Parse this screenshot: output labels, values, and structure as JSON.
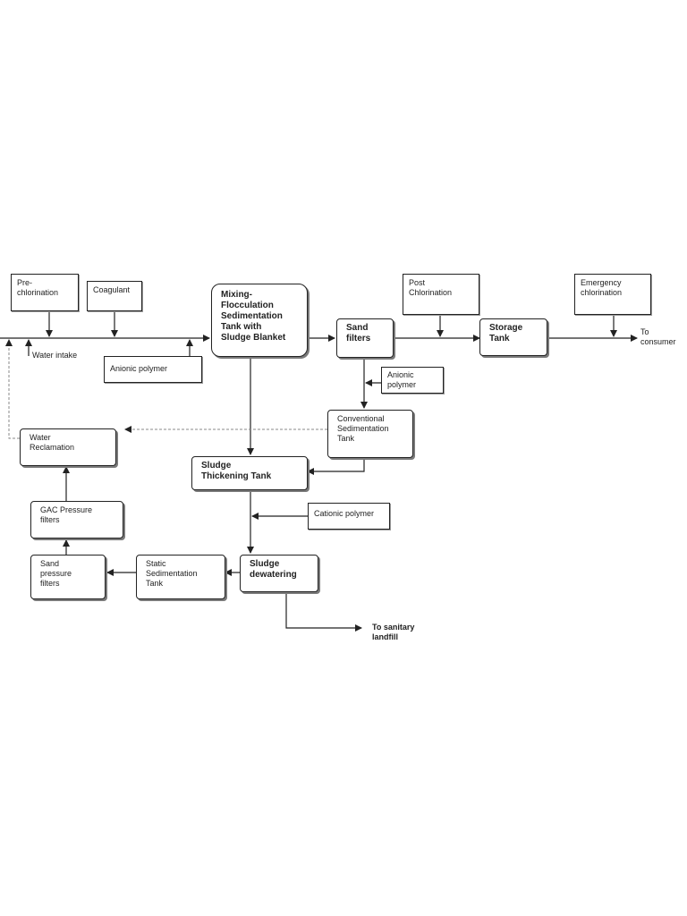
{
  "nodes": {
    "pre_chlorination": "Pre-\nchlorination",
    "coagulant": "Coagulant",
    "mixing_tank": "Mixing-\nFlocculation\nSedimentation\nTank with\nSludge Blanket",
    "sand_filters": "Sand\nfilters",
    "post_chlorination": "Post\nChlorination",
    "storage_tank": "Storage\nTank",
    "emergency_chlorination": "Emergency\nchlorination",
    "anionic_polymer_1": "Anionic polymer",
    "anionic_polymer_2": "Anionic\npolymer",
    "conventional_sedimentation": "Conventional\nSedimentation\nTank",
    "water_reclamation": "Water\nReclamation",
    "sludge_thickening": "Sludge\nThickening Tank",
    "cationic_polymer": "Cationic polymer",
    "gac_pressure_filters": "GAC Pressure\nfilters",
    "sand_pressure_filters": "Sand\npressure\nfilters",
    "static_sedimentation": "Static\nSedimentation\nTank",
    "sludge_dewatering": "Sludge\ndewatering"
  },
  "labels": {
    "water_intake": "Water intake",
    "to_consumer": "To\nconsumer",
    "to_landfill": "To sanitary\nlandfill"
  },
  "colors": {
    "line": "#222222",
    "dashed": "#888888"
  }
}
